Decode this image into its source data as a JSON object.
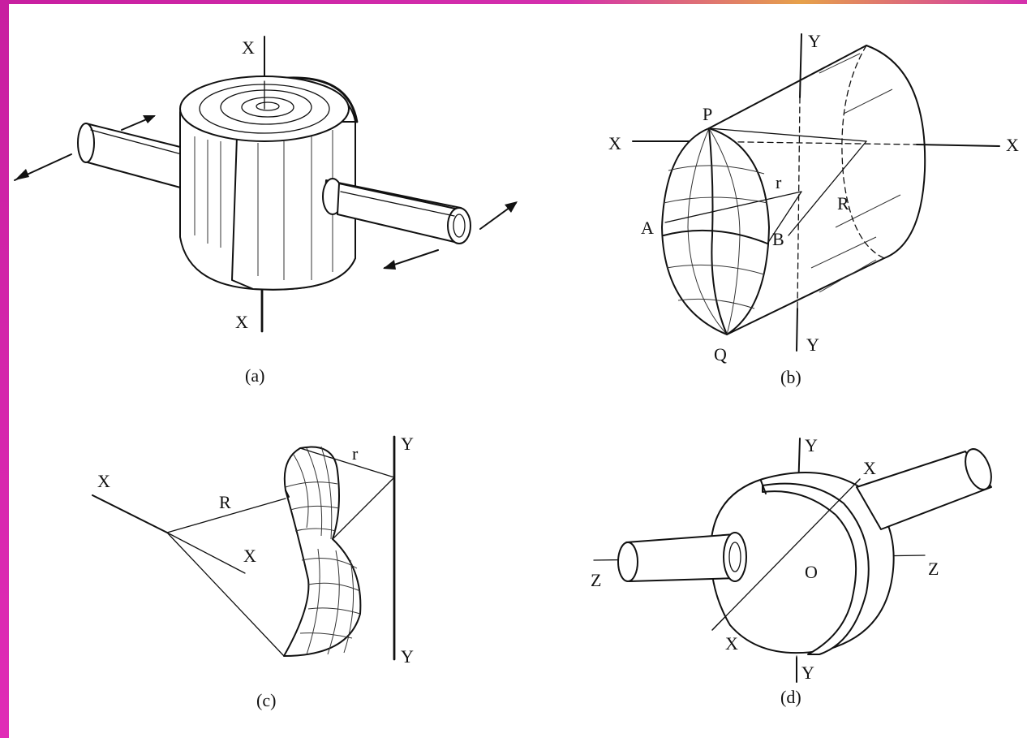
{
  "colors": {
    "border_magenta": "#c81fa0",
    "border_accent": "#e6a14a",
    "ink": "#111111",
    "background": "#ffffff"
  },
  "panels": {
    "a": {
      "caption": "(a)",
      "axis_top": "X",
      "axis_bottom": "X"
    },
    "b": {
      "caption": "(b)",
      "axis_y_top": "Y",
      "axis_y_bottom": "Y",
      "axis_x_left": "X",
      "axis_x_right": "X",
      "point_p": "P",
      "point_q": "Q",
      "point_a": "A",
      "point_b": "B",
      "radius_small": "r",
      "radius_large": "R"
    },
    "c": {
      "caption": "(c)",
      "axis_x_outer": "X",
      "axis_x_inner": "X",
      "axis_y_top": "Y",
      "axis_y_bottom": "Y",
      "radius_large": "R",
      "radius_small": "r"
    },
    "d": {
      "caption": "(d)",
      "axis_y_top": "Y",
      "axis_y_bottom": "Y",
      "axis_z_left": "Z",
      "axis_z_right": "Z",
      "axis_x_top": "X",
      "axis_x_bottom": "X",
      "origin": "O"
    }
  }
}
